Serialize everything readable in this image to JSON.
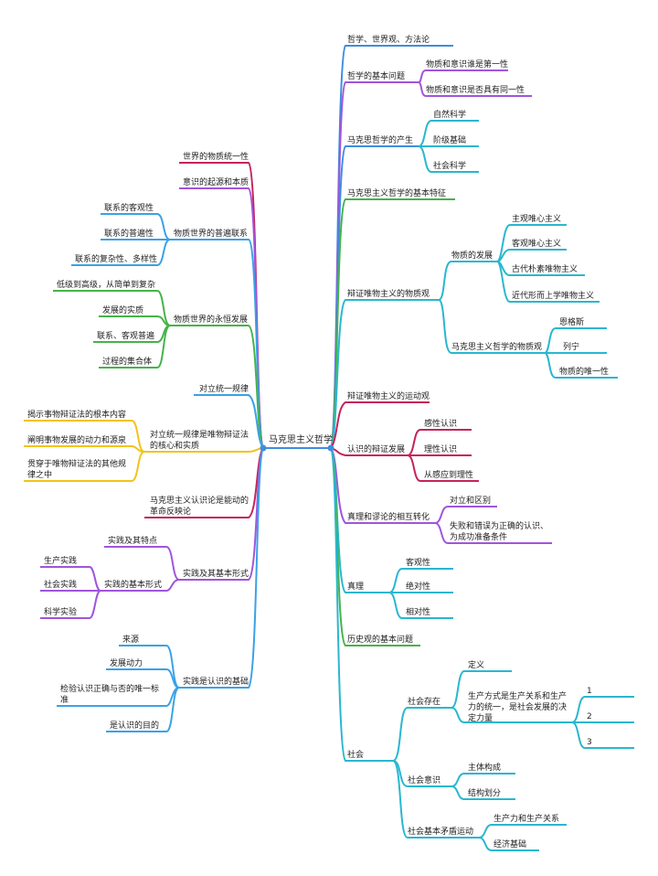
{
  "center": "马克思主义哲学",
  "colors": {
    "blue": "#3e8de0",
    "purple": "#a055dc",
    "teal": "#2ab7cf",
    "green": "#45b34a",
    "crimson": "#c4245a",
    "yellow": "#f2c31a",
    "red": "#d43340",
    "lightblue": "#3aa2e6"
  },
  "right": {
    "n1": "哲学、世界观、方法论",
    "n2": "哲学的基本问题",
    "n2a": "物质和意识谁是第一性",
    "n2b": "物质和意识是否具有同一性",
    "n3": "马克思哲学的产生",
    "n3a": "自然科学",
    "n3b": "阶级基础",
    "n3c": "社会科学",
    "n4": "马克思主义哲学的基本特征",
    "n5": "辩证唯物主义的物质观",
    "n5a": "物质的发展",
    "n5a1": "主观唯心主义",
    "n5a2": "客观唯心主义",
    "n5a3": "古代朴素唯物主义",
    "n5a4": "近代形而上学唯物主义",
    "n5b": "马克思主义哲学的物质观",
    "n5b1": "恩格斯",
    "n5b2": "列宁",
    "n5b3": "物质的唯一性",
    "n6": "辩证唯物主义的运动观",
    "n7": "认识的辩证发展",
    "n7a": "感性认识",
    "n7b": "理性认识",
    "n7c": "从感应到理性",
    "n8": "真理和谬论的相互转化",
    "n8a": "对立和区别",
    "n8b1": "失败和错误为正确的认识、",
    "n8b2": "为成功准备条件",
    "n9": "真理",
    "n9a": "客观性",
    "n9b": "绝对性",
    "n9c": "相对性",
    "n10": "历史观的基本问题",
    "n11": "社会",
    "n11a": "社会存在",
    "n11a1": "定义",
    "n11a2_1": "生产方式是生产关系和生产",
    "n11a2_2": "力的统一，是社会发展的决",
    "n11a2_3": "定力量",
    "n11a2x": "1",
    "n11a2y": "2",
    "n11a2z": "3",
    "n11b": "社会意识",
    "n11b1": "主体构成",
    "n11b2": "结构划分",
    "n11c": "社会基本矛盾运动",
    "n11c1": "生产力和生产关系",
    "n11c2": "经济基础"
  },
  "left": {
    "m1": "世界的物质统一性",
    "m2": "意识的起源和本质",
    "m3": "物质世界的普遍联系",
    "m3a": "联系的客观性",
    "m3b": "联系的普遍性",
    "m3c": "联系的复杂性、多样性",
    "m4": "物质世界的永恒发展",
    "m4a": "低级到高级，从简单到复杂",
    "m4b": "发展的实质",
    "m4c": "联系、客观普遍",
    "m4d": "过程的集合体",
    "m5": "对立统一规律",
    "m6_1": "对立统一规律是唯物辩证法",
    "m6_2": "的核心和实质",
    "m6a": "揭示事物辩证法的根本内容",
    "m6b": "阐明事物发展的动力和源泉",
    "m6c_1": "贯穿于唯物辩证法的其他规",
    "m6c_2": "律之中",
    "m7_1": "马克思主义认识论是能动的",
    "m7_2": "革命反映论",
    "m8": "实践及其基本形式",
    "m8a": "实践及其特点",
    "m8b": "实践的基本形式",
    "m8b1": "生产实践",
    "m8b2": "社会实践",
    "m8b3": "科学实验",
    "m9": "实践是认识的基础",
    "m9a": "来源",
    "m9b": "发展动力",
    "m9c_1": "检验认识正确与否的唯一标",
    "m9c_2": "准",
    "m9d": "是认识的目的"
  }
}
